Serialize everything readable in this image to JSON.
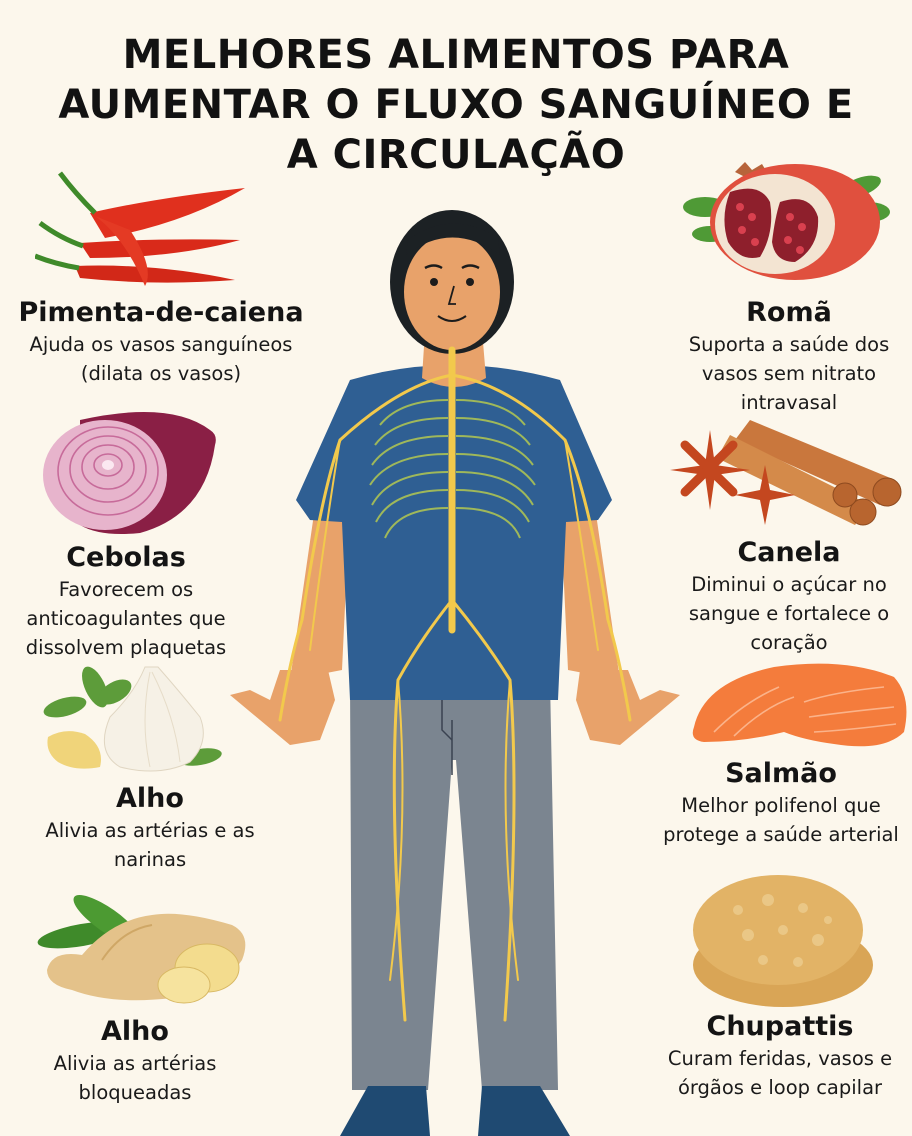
{
  "title": {
    "line1": "MELHORES ALIMENTOS PARA",
    "line2": "AUMENTAR O FLUXO SANGUÍNEO E",
    "line3": "A CIRCULAÇÃO"
  },
  "colors": {
    "background": "#fcf7ec",
    "shirt": "#2f5f93",
    "pants": "#7b8590",
    "skin": "#e8a26a",
    "nerves": "#f2c94c",
    "text": "#141414"
  },
  "left_foods": [
    {
      "icon": "chili-pepper-illustration",
      "name": "Pimenta-de-caiena",
      "desc": [
        "Ajuda os vasos sanguíneos",
        "(dilata os vasos)"
      ]
    },
    {
      "icon": "red-onion-illustration",
      "name": "Cebolas",
      "desc": [
        "Favorecem os",
        "anticoagulantes que",
        "dissolvem plaquetas"
      ]
    },
    {
      "icon": "garlic-illustration",
      "name": "Alho",
      "desc": [
        "Alivia as artérias e as",
        "narinas"
      ]
    },
    {
      "icon": "ginger-illustration",
      "name": "Alho",
      "desc": [
        "Alivia as artérias",
        "bloqueadas"
      ]
    }
  ],
  "right_foods": [
    {
      "icon": "pomegranate-illustration",
      "name": "Romã",
      "desc": [
        "Suporta a saúde dos",
        "vasos sem nitrato",
        "intravasal"
      ]
    },
    {
      "icon": "cinnamon-illustration",
      "name": "Canela",
      "desc": [
        "Diminui o açúcar no",
        "sangue e fortalece o",
        "coração"
      ]
    },
    {
      "icon": "salmon-illustration",
      "name": "Salmão",
      "desc": [
        "Melhor polifenol que",
        "protege a saúde arterial"
      ]
    },
    {
      "icon": "chapati-illustration",
      "name": "Chupattis",
      "desc": [
        "Curam feridas, vasos e",
        "órgãos e loop capilar"
      ]
    }
  ],
  "center": {
    "figure": "human-figure-with-circulatory-nerve-network"
  }
}
